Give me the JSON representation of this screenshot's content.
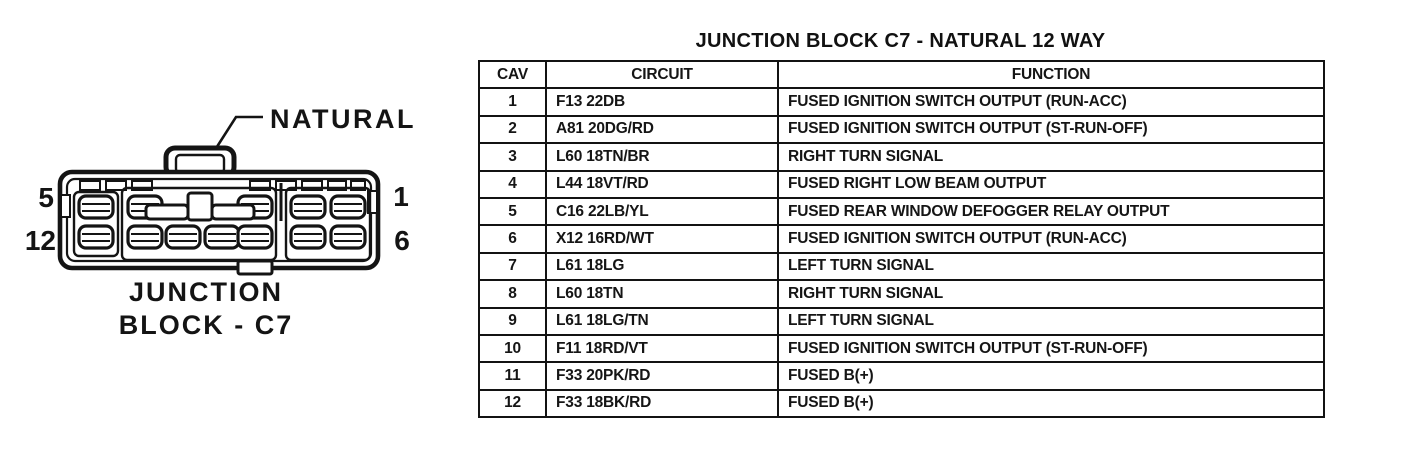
{
  "page": {
    "background_color": "#ffffff",
    "ink_color": "#141414"
  },
  "diagram": {
    "connector_color_label": "NATURAL",
    "caption_line1": "JUNCTION",
    "caption_line2": "BLOCK - C7",
    "pin_labels": {
      "top_left": "5",
      "bottom_left": "12",
      "top_right": "1",
      "bottom_right": "6"
    }
  },
  "table": {
    "title": "JUNCTION BLOCK C7 - NATURAL 12 WAY",
    "columns": [
      "CAV",
      "CIRCUIT",
      "FUNCTION"
    ],
    "rows": [
      {
        "cav": "1",
        "circuit": "F13 22DB",
        "function": "FUSED IGNITION SWITCH OUTPUT (RUN-ACC)"
      },
      {
        "cav": "2",
        "circuit": "A81 20DG/RD",
        "function": "FUSED IGNITION SWITCH OUTPUT (ST-RUN-OFF)"
      },
      {
        "cav": "3",
        "circuit": "L60 18TN/BR",
        "function": "RIGHT TURN SIGNAL"
      },
      {
        "cav": "4",
        "circuit": "L44 18VT/RD",
        "function": "FUSED RIGHT LOW BEAM OUTPUT"
      },
      {
        "cav": "5",
        "circuit": "C16 22LB/YL",
        "function": "FUSED REAR WINDOW DEFOGGER RELAY OUTPUT"
      },
      {
        "cav": "6",
        "circuit": "X12 16RD/WT",
        "function": "FUSED IGNITION SWITCH OUTPUT (RUN-ACC)"
      },
      {
        "cav": "7",
        "circuit": "L61 18LG",
        "function": "LEFT TURN SIGNAL"
      },
      {
        "cav": "8",
        "circuit": "L60 18TN",
        "function": "RIGHT TURN SIGNAL"
      },
      {
        "cav": "9",
        "circuit": "L61 18LG/TN",
        "function": "LEFT TURN SIGNAL"
      },
      {
        "cav": "10",
        "circuit": "F11 18RD/VT",
        "function": "FUSED IGNITION SWITCH OUTPUT (ST-RUN-OFF)"
      },
      {
        "cav": "11",
        "circuit": "F33 20PK/RD",
        "function": "FUSED B(+)"
      },
      {
        "cav": "12",
        "circuit": "F33 18BK/RD",
        "function": "FUSED B(+)"
      }
    ]
  }
}
